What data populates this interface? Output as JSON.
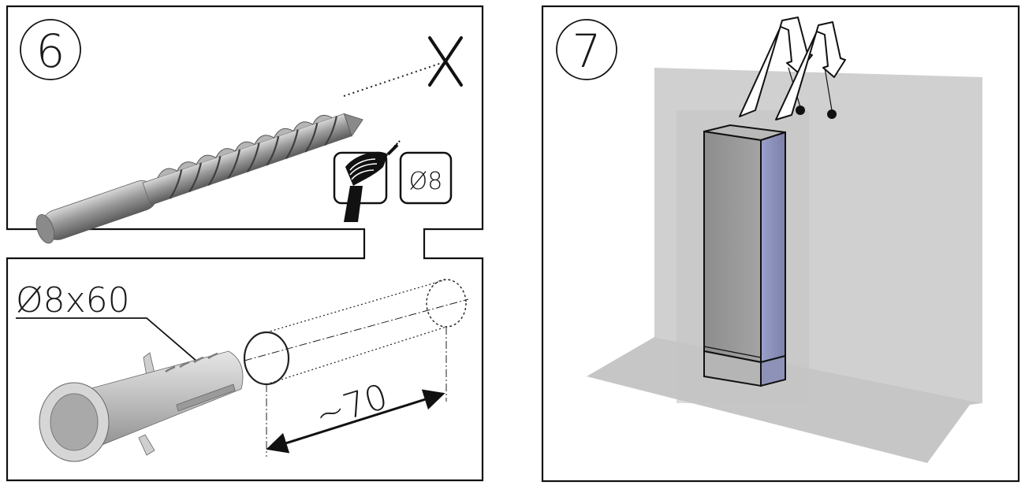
{
  "panels": [
    {
      "id": "step-6",
      "step_number": "6"
    },
    {
      "id": "step-7",
      "step_number": "7"
    }
  ],
  "labels": {
    "drill_bit_diameter": "Ø8",
    "dowel_size": "Ø8x60",
    "hole_depth": "~70"
  },
  "icons": [
    "drill-icon",
    "drill-bit-icon",
    "wall-plug-icon",
    "mark-x-icon",
    "down-arrow-icon",
    "tall-cabinet-icon"
  ]
}
